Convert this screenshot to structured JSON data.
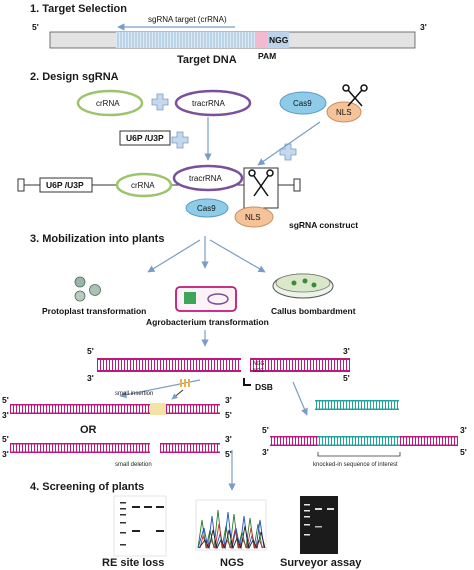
{
  "sections": {
    "s1": "1. Target Selection",
    "s2": "2. Design sgRNA",
    "s3": "3. Mobilization into plants",
    "s4": "4. Screening of plants"
  },
  "target": {
    "sgrna_label": "sgRNA target (crRNA)",
    "five": "5'",
    "three": "3'",
    "ngg": "NGG",
    "pam": "PAM",
    "caption": "Target DNA"
  },
  "design": {
    "crrna": "crRNA",
    "tracrrna": "tracrRNA",
    "cas9": "Cas9",
    "nls": "NLS",
    "promoter": "U6P /U3P",
    "construct": "sgRNA  construct"
  },
  "mobilization": {
    "protoplast": "Protoplast transformation",
    "agro": "Agrobacterium transformation",
    "callus": "Callus bombardment"
  },
  "repair": {
    "five": "5'",
    "three": "3'",
    "dsb": "DSB",
    "ngg_top": "NGG",
    "ngg_bot": "NCC",
    "small_insertion": "small insertion",
    "or": "OR",
    "small_deletion": "small deletion",
    "knockin": "knocked-in sequence of interest"
  },
  "screening": {
    "re": "RE site loss",
    "ngs": "NGS",
    "surveyor": "Surveyor assay"
  },
  "colors": {
    "dna": "#c0187a",
    "teal": "#1fa59a",
    "arrow": "#7a9cc6",
    "crrna": "#9cc46a",
    "tracrrna": "#7b4f9a",
    "cas9": "#8ecbe8",
    "nls": "#f5c39a"
  }
}
